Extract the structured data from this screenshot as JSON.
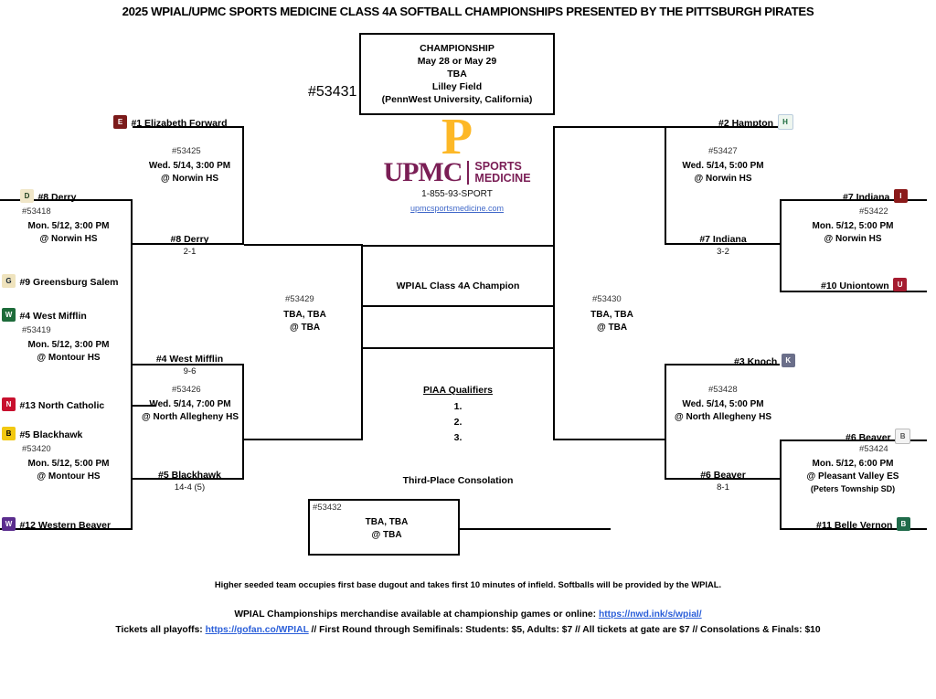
{
  "title": "2025 WPIAL/UPMC SPORTS MEDICINE CLASS 4A SOFTBALL CHAMPIONSHIPS PRESENTED BY THE PITTSBURGH PIRATES",
  "championship": {
    "game_number": "#53431",
    "line1": "CHAMPIONSHIP",
    "line2": "May 28 or May 29",
    "line3": "TBA",
    "line4": "Lilley Field",
    "line5": "(PennWest University, California)"
  },
  "sponsor": {
    "pirate_mark": "P",
    "name": "UPMC",
    "sub_line1": "SPORTS",
    "sub_line2": "MEDICINE",
    "phone": "1-855-93-SPORT",
    "url": "upmcsportsmedicine.com",
    "purple": "#7A1E55",
    "gold": "#FDB827"
  },
  "center": {
    "champion_label": "WPIAL Class 4A Champion",
    "piaa_label": "PIAA Qualifiers",
    "piaa_slots": [
      "1.",
      "2.",
      "3."
    ],
    "third_place_label": "Third-Place Consolation"
  },
  "consolation": {
    "game_number": "#53432",
    "line1": "TBA, TBA",
    "line2": "@ TBA"
  },
  "left": {
    "r1_derry": {
      "game_number": "#53418",
      "line1": "Mon. 5/12, 3:00 PM",
      "line2": "@ Norwin HS",
      "top_team": "#8 Derry",
      "top_logo": "derry-logo",
      "bottom_team": "#9 Greensburg Salem",
      "bottom_logo": "greensburg-salem-logo"
    },
    "r1_mifflin": {
      "game_number": "#53419",
      "line1": "Mon. 5/12, 3:00 PM",
      "line2": "@ Montour HS",
      "top_team": "#4 West Mifflin",
      "top_logo": "west-mifflin-logo",
      "bottom_team": "#13 North Catholic",
      "bottom_logo": "north-catholic-logo"
    },
    "r1_blackhawk": {
      "game_number": "#53420",
      "line1": "Mon. 5/12, 5:00 PM",
      "line2": "@ Montour HS",
      "top_team": "#5 Blackhawk",
      "top_logo": "blackhawk-logo",
      "bottom_team": "#12 Western Beaver",
      "bottom_logo": "western-beaver-logo"
    },
    "qf_top": {
      "game_number": "#53425",
      "line1": "Wed. 5/14, 3:00 PM",
      "line2": "@ Norwin HS",
      "top_team": "#1 Elizabeth Forward",
      "top_logo": "elizabeth-forward-logo",
      "bottom_team": "#8 Derry",
      "bottom_score": "2-1"
    },
    "qf_bottom": {
      "game_number": "#53426",
      "line1": "Wed. 5/14, 7:00 PM",
      "line2": "@ North Allegheny HS",
      "top_team": "#4 West Mifflin",
      "top_score": "9-6",
      "bottom_team": "#5 Blackhawk",
      "bottom_score": "14-4 (5)"
    },
    "semifinal": {
      "game_number": "#53429",
      "line1": "TBA, TBA",
      "line2": "@ TBA"
    }
  },
  "right": {
    "r1_indiana": {
      "game_number": "#53422",
      "line1": "Mon. 5/12, 5:00 PM",
      "line2": "@ Norwin HS",
      "top_team": "#7 Indiana",
      "top_logo": "indiana-logo",
      "bottom_team": "#10 Uniontown",
      "bottom_logo": "uniontown-logo"
    },
    "r1_beaver": {
      "game_number": "#53424",
      "line1": "Mon. 5/12, 6:00 PM",
      "line2": "@ Pleasant Valley ES",
      "line3": "(Peters Township SD)",
      "top_team": "#6 Beaver",
      "top_logo": "beaver-logo",
      "bottom_team": "#11 Belle Vernon",
      "bottom_logo": "belle-vernon-logo"
    },
    "qf_top": {
      "game_number": "#53427",
      "line1": "Wed. 5/14, 5:00 PM",
      "line2": "@ Norwin HS",
      "top_team": "#2 Hampton",
      "top_logo": "hampton-logo",
      "bottom_team": "#7 Indiana",
      "bottom_score": "3-2"
    },
    "qf_bottom": {
      "game_number": "#53428",
      "line1": "Wed. 5/14, 5:00 PM",
      "line2": "@ North Allegheny HS",
      "top_team": "#3 Knoch",
      "top_logo": "knoch-logo",
      "bottom_team": "#6 Beaver",
      "bottom_score": "8-1"
    },
    "semifinal": {
      "game_number": "#53430",
      "line1": "TBA, TBA",
      "line2": "@ TBA"
    }
  },
  "footer": {
    "note": "Higher seeded team occupies first base dugout and takes first 10 minutes of infield. Softballs will be provided by the WPIAL.",
    "merch_prefix": "WPIAL Championships merchandise available at championship games or online: ",
    "merch_link": "https://nwd.ink/s/wpial/",
    "tickets_prefix": "Tickets all playoffs: ",
    "tickets_link": "https://gofan.co/WPIAL",
    "tickets_suffix": " // First Round through Semifinals: Students: $5, Adults: $7 // All tickets at gate are $7 // Consolations & Finals: $10"
  }
}
